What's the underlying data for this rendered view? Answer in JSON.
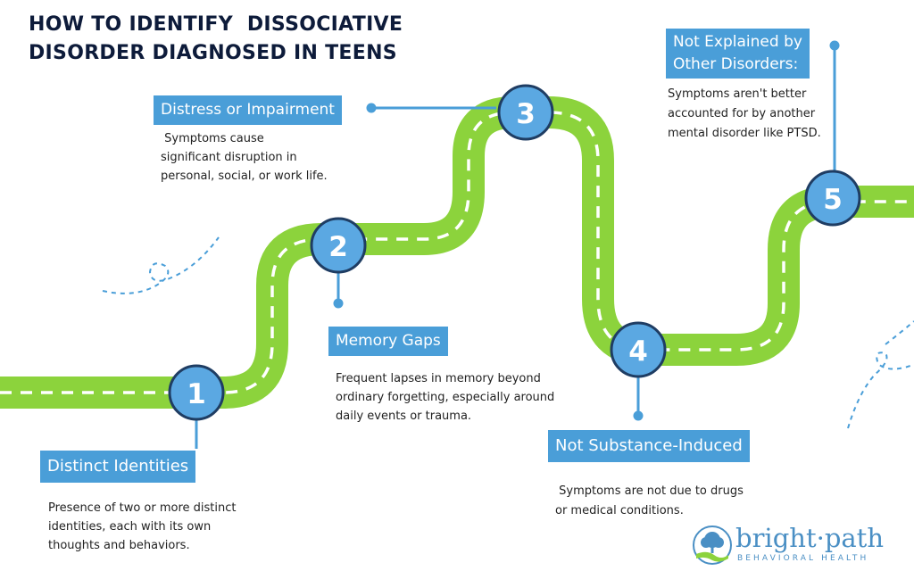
{
  "title": {
    "line1": "HOW TO IDENTIFY  DISSOCIATIVE",
    "line2": "DISORDER DIAGNOSED IN TEENS"
  },
  "steps": [
    {
      "number": "1",
      "label": "Distinct Identities",
      "desc": [
        "Presence of two or more distinct",
        "identities, each with its own",
        "thoughts and behaviors."
      ]
    },
    {
      "number": "2",
      "label": "Memory Gaps",
      "desc": [
        "Frequent lapses in memory beyond",
        "ordinary forgetting, especially around",
        "daily events or trauma."
      ]
    },
    {
      "number": "3",
      "label": "Distress or Impairment",
      "desc": [
        " Symptoms cause",
        "significant disruption in",
        "personal, social, or work life."
      ]
    },
    {
      "number": "4",
      "label": "Not Substance-Induced",
      "desc": [
        " Symptoms are not due to drugs",
        "or medical conditions."
      ]
    },
    {
      "number": "5",
      "label_lines": [
        "Not Explained by",
        "Other Disorders:"
      ],
      "desc": [
        "Symptoms aren't better",
        "accounted for by another",
        "mental disorder like PTSD."
      ]
    }
  ],
  "logo": {
    "name": "bright·path",
    "tagline": "BEHAVIORAL HEALTH"
  },
  "colors": {
    "road": "#8cd33c",
    "accent": "#4a9ed8",
    "circle_border": "#1f3d63",
    "title": "#0d1b3a"
  }
}
